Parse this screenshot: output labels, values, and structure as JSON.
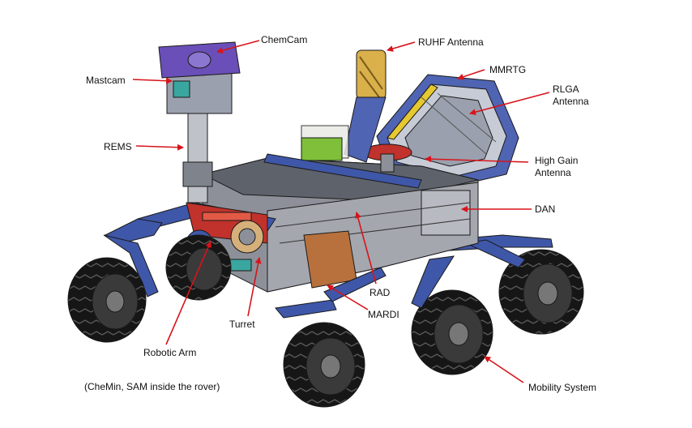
{
  "labels": {
    "chemcam": "ChemCam",
    "ruhf": "RUHF Antenna",
    "mastcam": "Mastcam",
    "mmrtg": "MMRTG",
    "rlga_line1": "RLGA",
    "rlga_line2": "Antenna",
    "rems": "REMS",
    "hga_line1": "High Gain",
    "hga_line2": "Antenna",
    "dan": "DAN",
    "rad": "RAD",
    "mardi": "MARDI",
    "turret": "Turret",
    "robotic_arm": "Robotic Arm",
    "mobility": "Mobility System"
  },
  "footnote": "(CheMin, SAM inside the rover)",
  "colors": {
    "arrow": "#d7141a",
    "outline": "#1a1a1a",
    "chemcam_purple": "#6a4fb8",
    "rover_gray": "#8d9098",
    "panel_gray": "#6f737c",
    "arm_blue": "#3f57a8",
    "rtg_blue": "#4f64b2",
    "sample_green": "#7fbf3a",
    "antenna_yellow": "#d9b04a",
    "wheel_black": "#161616",
    "copper": "#b8713c",
    "red_part": "#c0322b",
    "teal_part": "#3aa6a0"
  }
}
